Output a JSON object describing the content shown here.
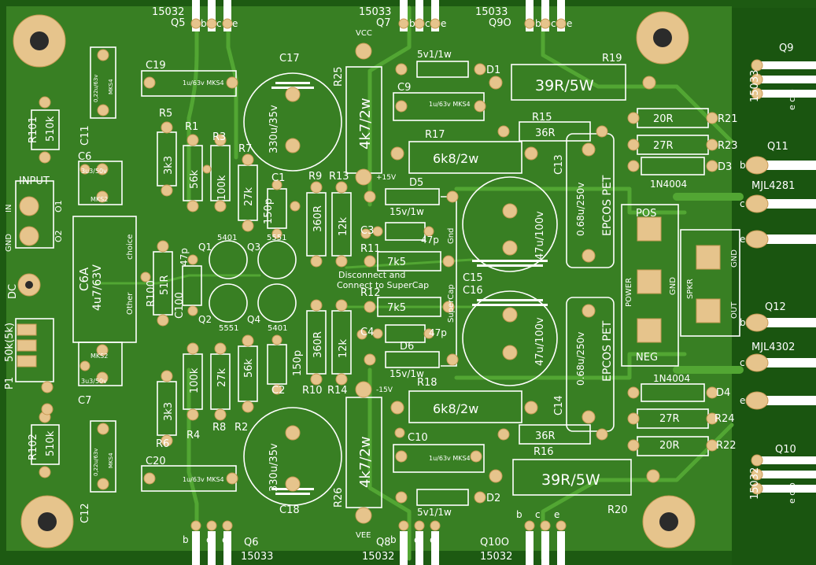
{
  "labels": {
    "top_transistors": [
      "15032",
      "Q5",
      "15033",
      "Q7",
      "15033",
      "Q9O"
    ],
    "bce": [
      "b",
      "c",
      "e"
    ],
    "vcc": "VCC",
    "vee": "VEE",
    "p15": "+15V",
    "m15": "-15V",
    "d1_value": "5v1/1w",
    "d1": "D1",
    "d2_value": "5v1/1w",
    "d2": "D2",
    "r19": "R19",
    "r19_value": "39R/5W",
    "r20": "R20",
    "r20_value": "39R/5W",
    "c9": "C9",
    "c9_value": "1u/63v MKS4",
    "c10": "C10",
    "c10_value": "1u/63v MKS4",
    "r15": "R15",
    "r15_value": "36R",
    "r16": "R16",
    "r16_value": "36R",
    "r17": "R17",
    "r17_value": "6k8/2w",
    "r18": "R18",
    "r18_value": "6k8/2w",
    "r21": "R21",
    "r21_value": "20R",
    "r22": "R22",
    "r22_value": "20R",
    "r23": "R23",
    "r23_value": "27R",
    "r24": "R24",
    "r24_value": "27R",
    "d3": "D3",
    "d4": "D4",
    "d3_value": "1N4004",
    "d4_value": "1N4004",
    "c13": "C13",
    "c14": "C14",
    "c13_value": "0.68u/250v",
    "epcos": "EPCOS PET",
    "c15": "C15",
    "c16": "C16",
    "c15_value": "47u/100v",
    "d5": "D5",
    "d6": "D6",
    "d5_value": "15v/1w",
    "c3": "C3",
    "c4": "C4",
    "c3_value": "47p",
    "r11": "R11",
    "r12": "R12",
    "r11_value": "7k5",
    "supercap": "SuperCap",
    "gnd": "Gnd",
    "disconnect": "Disconnect and",
    "connect": "Connect to SuperCap",
    "r9": "R9",
    "r10": "R10",
    "r9_value": "360R",
    "r13": "R13",
    "r14": "R14",
    "r13_value": "12k",
    "r25": "R25",
    "r26": "R26",
    "r25_value": "4k7/2w",
    "c17": "C17",
    "c18": "C18",
    "c17_value": "330u/35v",
    "c1": "C1",
    "c2": "C2",
    "c1_value": "150p",
    "r7": "R7",
    "r8": "R8",
    "r7_value": "27k",
    "r3": "R3",
    "r4": "R4",
    "r3_value": "100k",
    "r1": "R1",
    "r2": "R2",
    "r1_value": "56k",
    "r5": "R5",
    "r6": "R6",
    "r5_value": "3k3",
    "c19": "C19",
    "c20": "C20",
    "c19_value": "1u/63v MKS4",
    "q1": "Q1",
    "q2": "Q2",
    "q3": "Q3",
    "q4": "Q4",
    "q_5401": "5401",
    "q_5551": "5551",
    "r100": "R100",
    "r100_value": "51R",
    "c100": "C100",
    "c100_value": "47p",
    "c6": "C6",
    "c7": "C7",
    "c6_value": "3u3/50v",
    "c6_mk": "MKS2",
    "c6a": "C6A",
    "c6a_value": "4u7/63V",
    "other": "Other",
    "choice": "choice",
    "c11": "C11",
    "c12": "C12",
    "c11_value": "0,22u/63v",
    "c11_mk": "MKS4",
    "r101": "R101",
    "r102": "R102",
    "r101_value": "510k",
    "input": "INPUT",
    "in_label": "IN",
    "gnd_label": "GND",
    "o1": "O1",
    "o2": "O2",
    "dc": "DC",
    "p1": "P1",
    "p1_value": "50k(5k)",
    "power": "POWER",
    "pos": "POS",
    "neg": "NEG",
    "spkr": "SPKR",
    "out": "OUT",
    "q9": "Q9",
    "q9_value": "15033",
    "q10": "Q10",
    "q10_value": "15032",
    "q11": "Q11",
    "q11_value": "MJL4281",
    "q12": "Q12",
    "q12_value": "MJL4302",
    "ecb": "e c b",
    "bottom_transistors": [
      "Q6",
      "15033",
      "Q8",
      "15032",
      "Q10O",
      "15032"
    ]
  },
  "colors": {
    "board": "#1d5a12",
    "copper": "#4f9e32",
    "silk": "#ffffff",
    "pad": "#e6c48c"
  }
}
